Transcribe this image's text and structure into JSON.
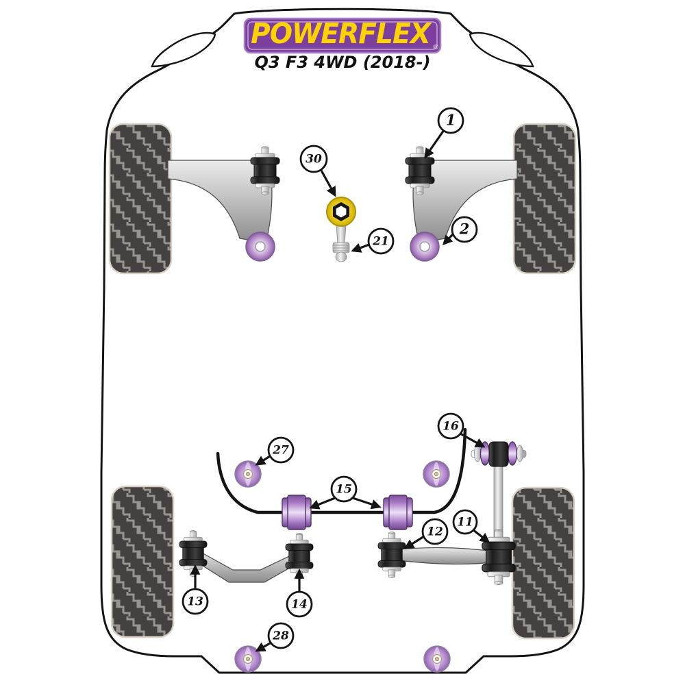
{
  "header": {
    "brand": "POWERFLEX",
    "registered": "®",
    "model": "Q3 F3 4WD (2018-)"
  },
  "callouts": {
    "c1": {
      "label": "1"
    },
    "c2": {
      "label": "2"
    },
    "c11": {
      "label": "11"
    },
    "c12": {
      "label": "12"
    },
    "c13": {
      "label": "13"
    },
    "c14": {
      "label": "14"
    },
    "c15": {
      "label": "15"
    },
    "c16": {
      "label": "16"
    },
    "c21": {
      "label": "21"
    },
    "c27": {
      "label": "27"
    },
    "c28": {
      "label": "28"
    },
    "c30": {
      "label": "30"
    }
  },
  "colors": {
    "background": "#ffffff",
    "outline": "#141414",
    "brand_purple": "#7c3f9e",
    "brand_yellow": "#ffd200",
    "bushing_purple": "#a77cc3",
    "bushing_yellow": "#f3d822",
    "bushing_black": "#1c1c1c",
    "metal_gray": "#c2c2c2",
    "tire_gray": "#454140",
    "tread_light": "#98948f"
  }
}
